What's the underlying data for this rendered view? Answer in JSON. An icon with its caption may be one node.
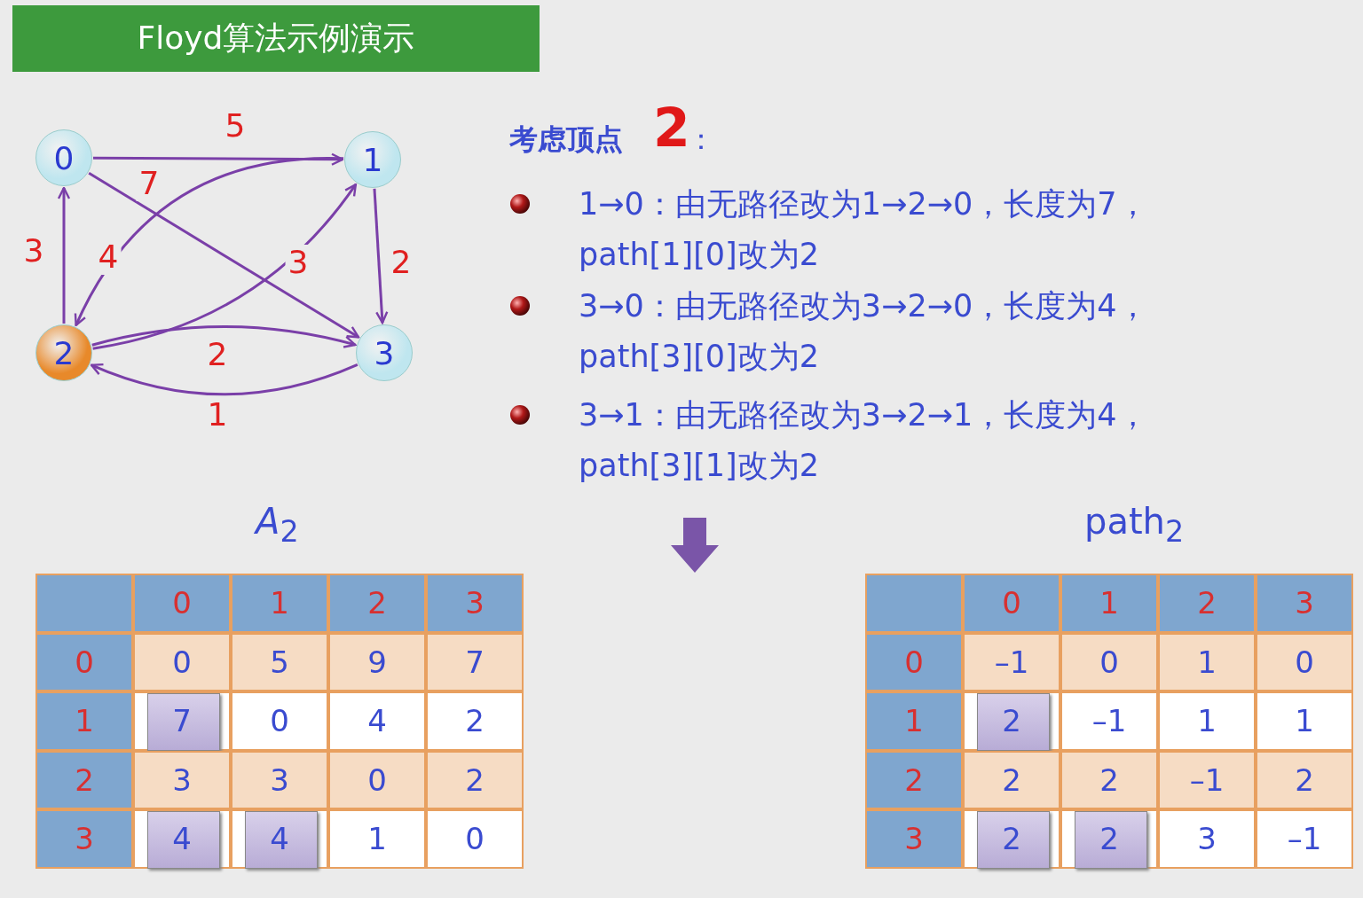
{
  "diagram": {
    "title": "Floyd算法示例演示",
    "nodes": [
      {
        "text": [
          "0"
        ]
      },
      {
        "text": [
          "1"
        ]
      },
      {
        "text": [
          "2"
        ]
      },
      {
        "text": [
          "3"
        ]
      }
    ],
    "edges": [
      {
        "from": 0,
        "to": 1,
        "arrow": "to",
        "label": "5"
      },
      {
        "from": 0,
        "to": 3,
        "arrow": "to",
        "label": "7"
      },
      {
        "from": 2,
        "to": 0,
        "arrow": "to",
        "label": "3"
      },
      {
        "from": 1,
        "to": 2,
        "arrow": "to",
        "label": "4"
      },
      {
        "from": 2,
        "to": 1,
        "arrow": "to",
        "label": "3"
      },
      {
        "from": 1,
        "to": 3,
        "arrow": "to",
        "label": "2"
      },
      {
        "from": 2,
        "to": 3,
        "arrow": "to",
        "label": "2"
      },
      {
        "from": 3,
        "to": 2,
        "arrow": "to",
        "label": "1"
      }
    ],
    "labels": [
      "考虑顶点",
      "2",
      "：",
      "1→0：由无路径改为1→2→0，长度为7，path[1][0]改为2",
      "3→0：由无路径改为3→2→0，长度为4，path[3][0]改为2",
      "3→1：由无路径改为3→2→1，长度为4，path[3][1]改为2",
      "*A*$_{2}$",
      "0",
      "1",
      "2",
      "3",
      "0",
      "0",
      "5",
      "9",
      "7",
      "1",
      "7",
      "0",
      "4",
      "2",
      "2",
      "3",
      "3",
      "0",
      "2",
      "3",
      "4",
      "4",
      "1",
      "0",
      "path$_{2}$",
      "0",
      "1",
      "2",
      "3",
      "0",
      "–1",
      "0",
      "1",
      "0",
      "1",
      "2",
      "–1",
      "1",
      "1",
      "2",
      "2",
      "2",
      "–1",
      "2",
      "3",
      "2",
      "2",
      "3",
      "–1"
    ]
  }
}
